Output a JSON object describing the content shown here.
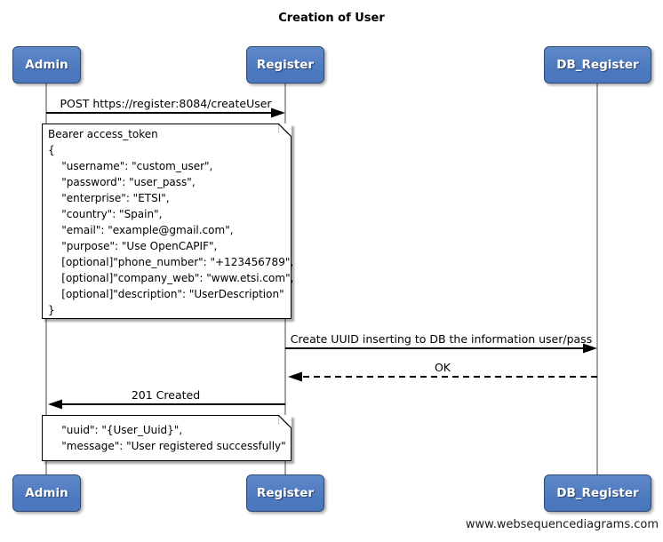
{
  "title": "Creation of User",
  "footer": "www.websequencediagrams.com",
  "colors": {
    "actor_fill": "#4a77bd",
    "actor_fill_top": "#6089c9",
    "actor_border": "#2f4a73",
    "lifeline": "#848484",
    "arrow": "#000000",
    "note_bg": "#ffffff",
    "note_border": "#000000"
  },
  "actors": [
    {
      "id": "admin",
      "label": "Admin"
    },
    {
      "id": "register",
      "label": "Register"
    },
    {
      "id": "db_register",
      "label": "DB_Register"
    }
  ],
  "messages": [
    {
      "from": "admin",
      "to": "register",
      "style": "solid",
      "label": "POST https://register:8084/createUser"
    },
    {
      "from": "register",
      "to": "db_register",
      "style": "solid",
      "label": "Create UUID inserting to DB the information user/pass"
    },
    {
      "from": "db_register",
      "to": "register",
      "style": "dashed",
      "label": "OK"
    },
    {
      "from": "register",
      "to": "admin",
      "style": "solid",
      "label": "201 Created"
    }
  ],
  "notes": [
    {
      "over": "admin,register",
      "lines": [
        "Bearer access_token",
        "{",
        "    \"username\": \"custom_user\",",
        "    \"password\": \"user_pass\",",
        "    \"enterprise\": \"ETSI\",",
        "    \"country\": \"Spain\",",
        "    \"email\": \"example@gmail.com\",",
        "    \"purpose\": \"Use OpenCAPIF\",",
        "    [optional]\"phone_number\": \"+123456789\",",
        "    [optional]\"company_web\": \"www.etsi.com\",",
        "    [optional]\"description\": \"UserDescription\"",
        "}"
      ]
    },
    {
      "over": "admin,register",
      "lines": [
        "    \"uuid\": \"{User_Uuid}\",",
        "    \"message\": \"User registered successfully\""
      ]
    }
  ]
}
